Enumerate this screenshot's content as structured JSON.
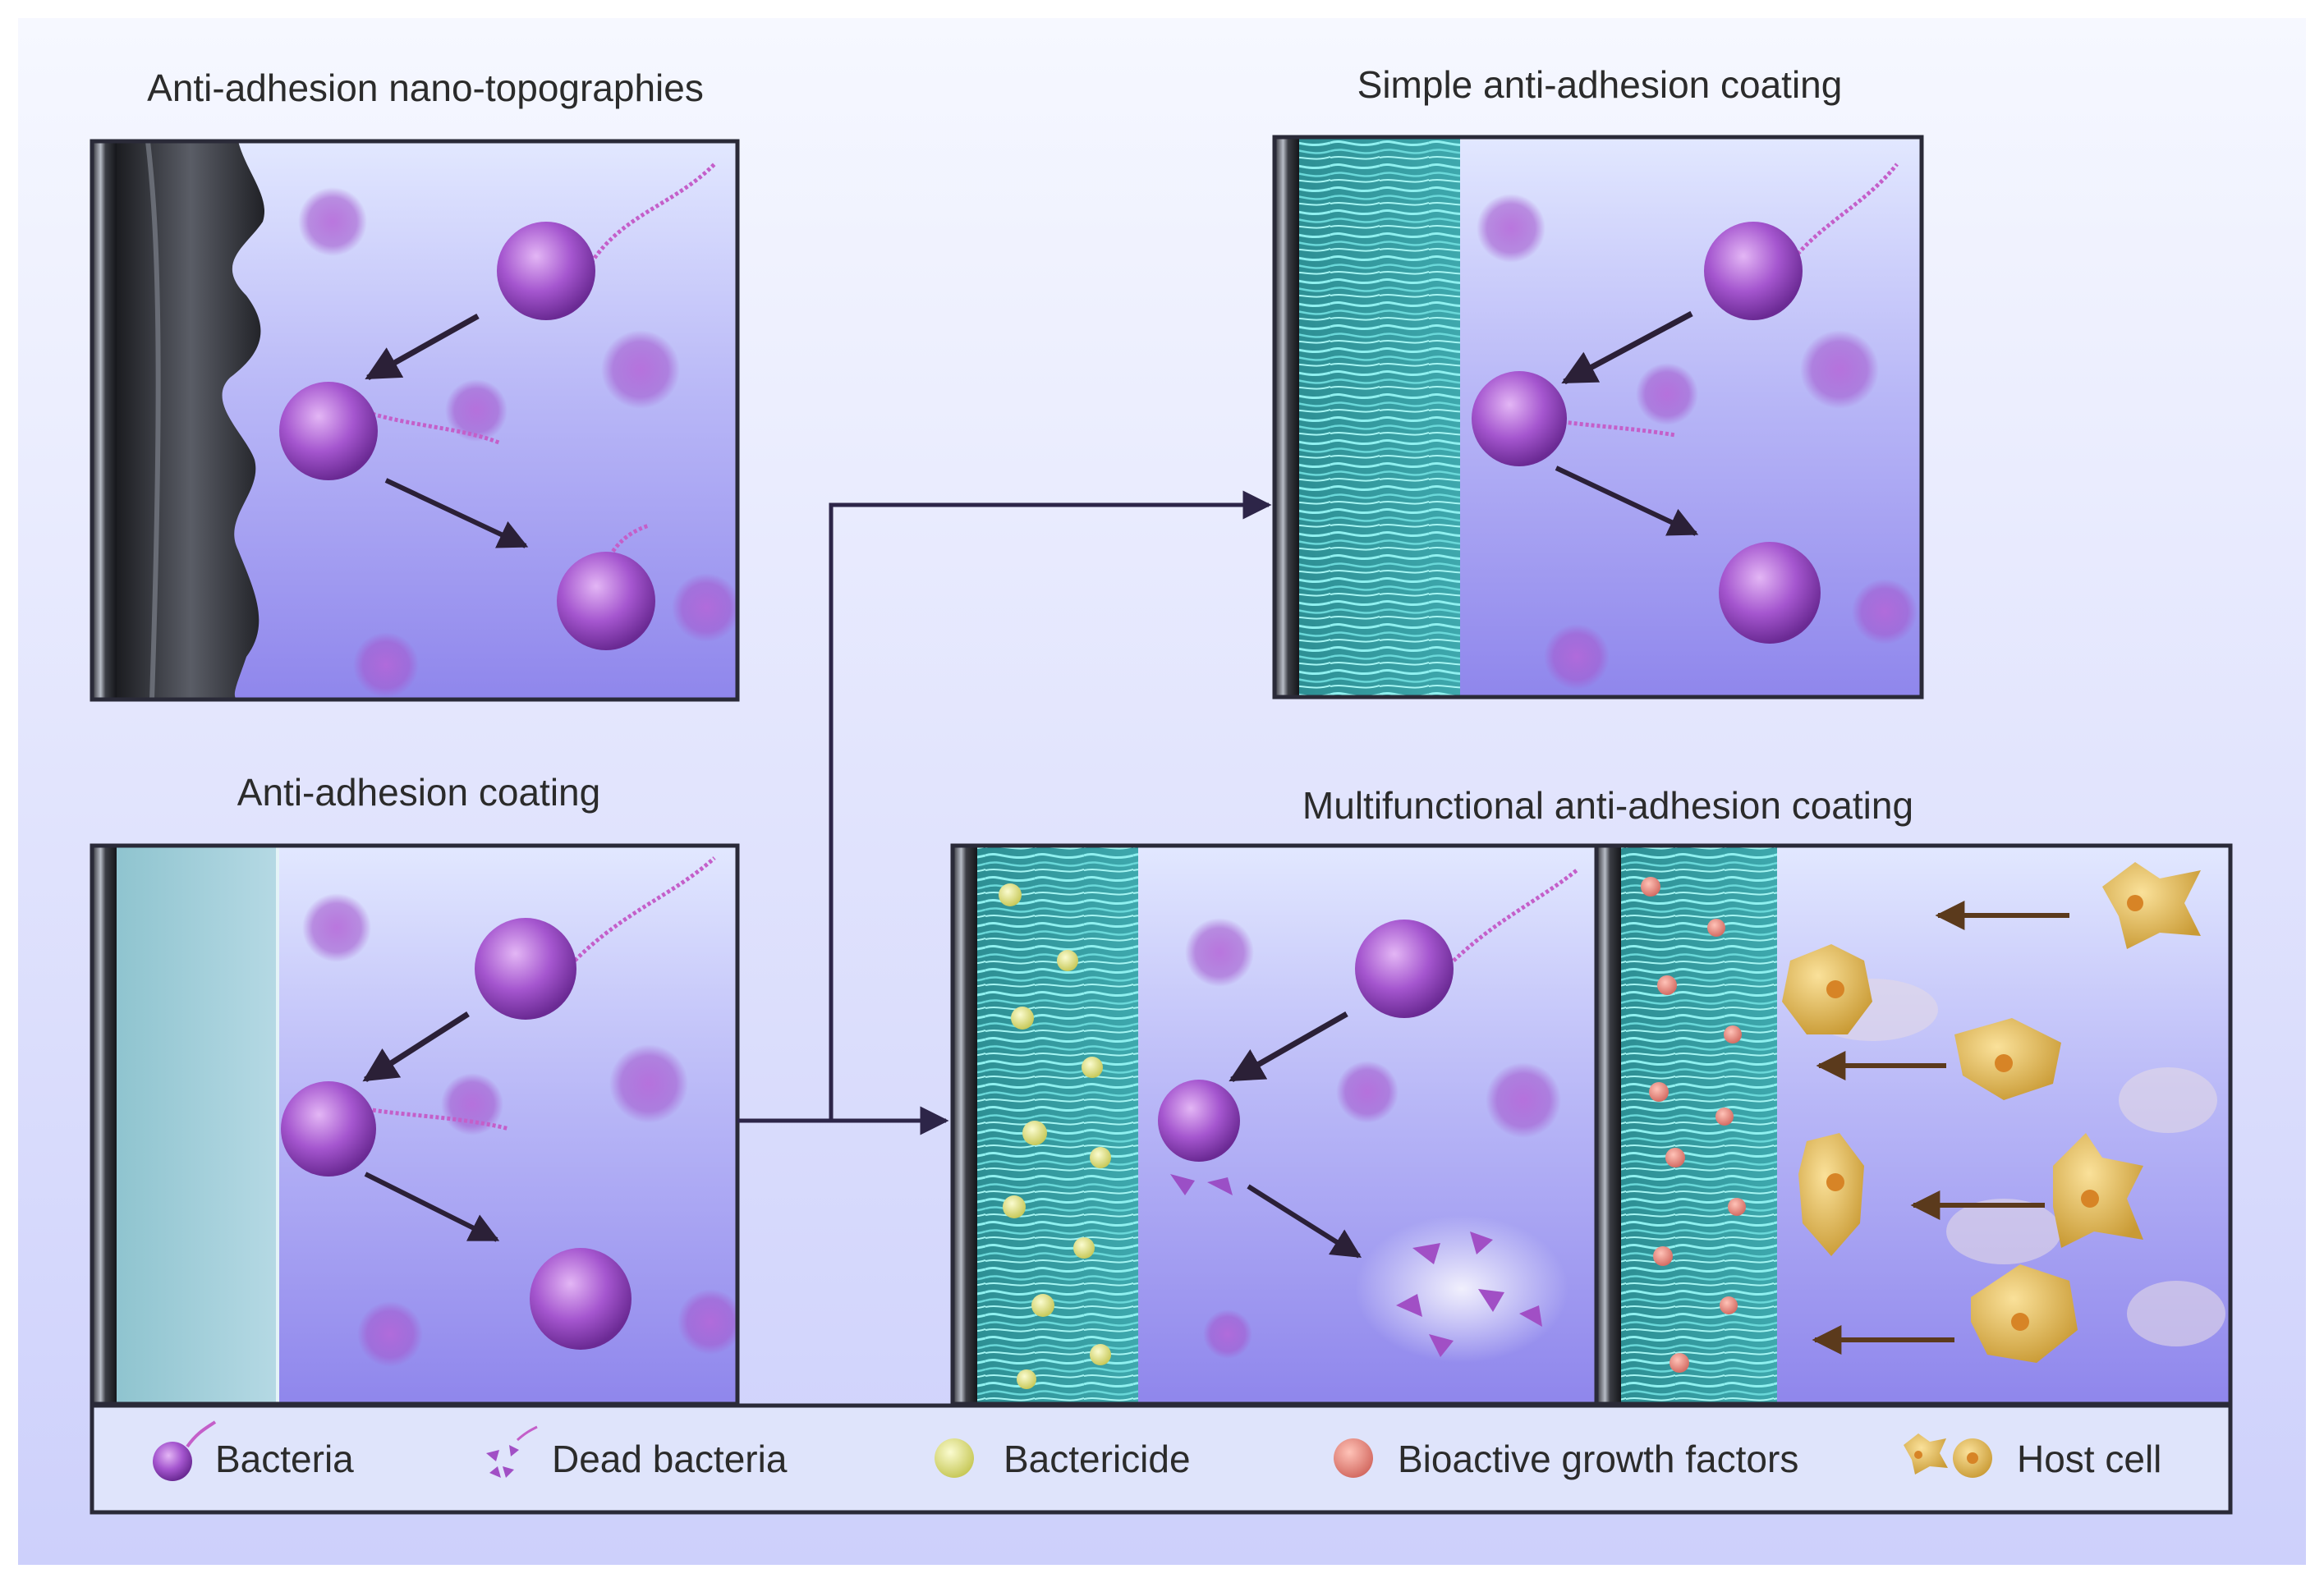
{
  "titles": {
    "nano_topographies": "Anti-adhesion nano-topographies",
    "simple_coating": "Simple anti-adhesion coating",
    "anti_adhesion_coating": "Anti-adhesion coating",
    "multifunctional_coating": "Multifunctional anti-adhesion coating"
  },
  "legend": {
    "bacteria": "Bacteria",
    "dead_bacteria": "Dead bacteria",
    "bactericide": "Bactericide",
    "growth_factors": "Bioactive growth factors",
    "host_cell": "Host cell"
  },
  "colors": {
    "bacteria": "#a04fc8",
    "bactericide": "#e6e88a",
    "growth_factor": "#ef8f86",
    "host_cell": "#e8b94a",
    "fiber": "#6fd3d3",
    "medium_top": "#dde3ff",
    "medium_bottom": "#8d86ef"
  }
}
